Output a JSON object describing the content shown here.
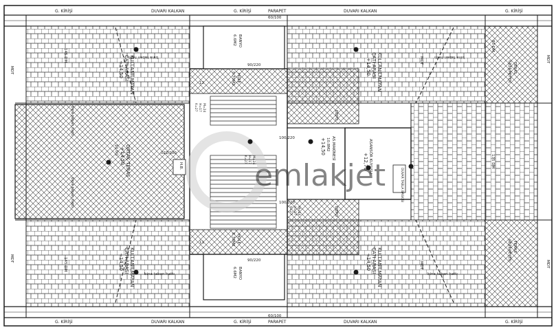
{
  "top_labels": {
    "g_kirisi_1": "G. KİRİŞİ",
    "duvari_kalkan": "DUVARI KALKAN",
    "parapet_1": "PARAPET",
    "g_kirisi_2": "G. KİRİŞİ",
    "duvari_kalkan_2": "DUVARI KALKAN",
    "g_kirisi_3": "G. KİRİŞİ",
    "dim_60_100": "60/100"
  },
  "bottom_labels": {
    "g_kirisi_1": "G. KİRİŞİ",
    "duvari_kalkan": "DUVARI KALKAN",
    "parapet": "PARAPET",
    "g_kirisi_2": "G. KİRİŞİ",
    "duvari_kalkan_2": "DUVARI KALKAN",
    "g_kirisi_3": "G. KİRİŞİ",
    "dim_60_100": "60/100"
  },
  "rooms": {
    "kullanilmayan_ul": "KULLANILMAYAN",
    "cati_arasi_ul": "ÇATI ARASI",
    "elev_ul": "+14,50",
    "kullanilmayan_ur": "KULLANILMAYAN",
    "cati_arasi_ur": "ÇATI ARASI",
    "elev_ur": "+14,50",
    "kullanilmayan_ll": "KULLANILMAYAN",
    "cati_arasi_ll": "ÇATI ARASI",
    "elev_ll": "+14,50",
    "kullanilmayan_lr": "KULLANILMAYAN",
    "cati_arasi_lr": "ÇATI ARASI",
    "elev_lr": "+14,50",
    "ortak_teras": "ORTAK TERAS",
    "ortak_elev": "+14,50",
    "ortak_code": "Ş1.0G",
    "banyo_top": "BANYO",
    "banyo_top_area": "6.6M2",
    "banyo_bottom": "BANYO",
    "banyo_bottom_area": "6.6M2",
    "hole_top": "HOLE",
    "hole_top_area": "8.70M2",
    "hole_bottom": "HOLE",
    "hole_bottom_area": "8.70M2",
    "num_12": "12",
    "num_11": "11",
    "depo_top": "DEPO",
    "depo_bottom": "DEPO",
    "as_makinesi": "AS.MAKİNESİ",
    "as_area": "10.8M2",
    "as_elev": "+14,50",
    "asansor_kuyusu": "ASANSÖR KUYUSU",
    "asansor_elev": "+12,70",
    "hb": "H.B.",
    "dim_100_220": "100/220",
    "dim_022_200": "022/200",
    "dim_90_220_top": "90/220",
    "dim_90_220_bottom": "90/220",
    "dim_100_220_b": "100/220",
    "duvar_tabla": "DUVAR TABLA BASKISI",
    "teras_right_top": "TERAS",
    "teras_right_top_sub": "GEZİLMEYEN",
    "teras_right_bottom": "TERAS",
    "teras_right_bottom_sub": "GEZİLMEYEN",
    "bina_taban_top_l": "bina taban hattı",
    "bina_taban_top_r": "bina taban hattı",
    "bina_taban_bot_l": "bina taban hattı",
    "bina_taban_bot_r": "bina taban hattı",
    "bina_taban_mid_1": "bina taban hattı",
    "bina_taban_mid_2": "bina taban hattı",
    "mdt_1": "MDT",
    "mdt_2": "MDT",
    "mdt_3": "MDT",
    "mdt_4": "MDT",
    "mdt_5": "MDT",
    "mdt_6": "MDT",
    "dim_145": "145 DM",
    "dim_145_b": "145 DM",
    "dim_135": "135 DM",
    "dim_85": "85 DM",
    "stair_m": "M=24",
    "stair_h": "H=17",
    "stair_k": "K=27",
    "stair_m2": "M=24",
    "stair_h2": "H=17",
    "stair_k2": "K=27",
    "stair_m3": "M=24",
    "stair_h3": "H=17",
    "stair_k3": "K=27"
  },
  "watermark": "emlakjet",
  "colors": {
    "line": "#1a1a1a",
    "hatch": "#555555",
    "watermark": "#cfcfcf"
  }
}
